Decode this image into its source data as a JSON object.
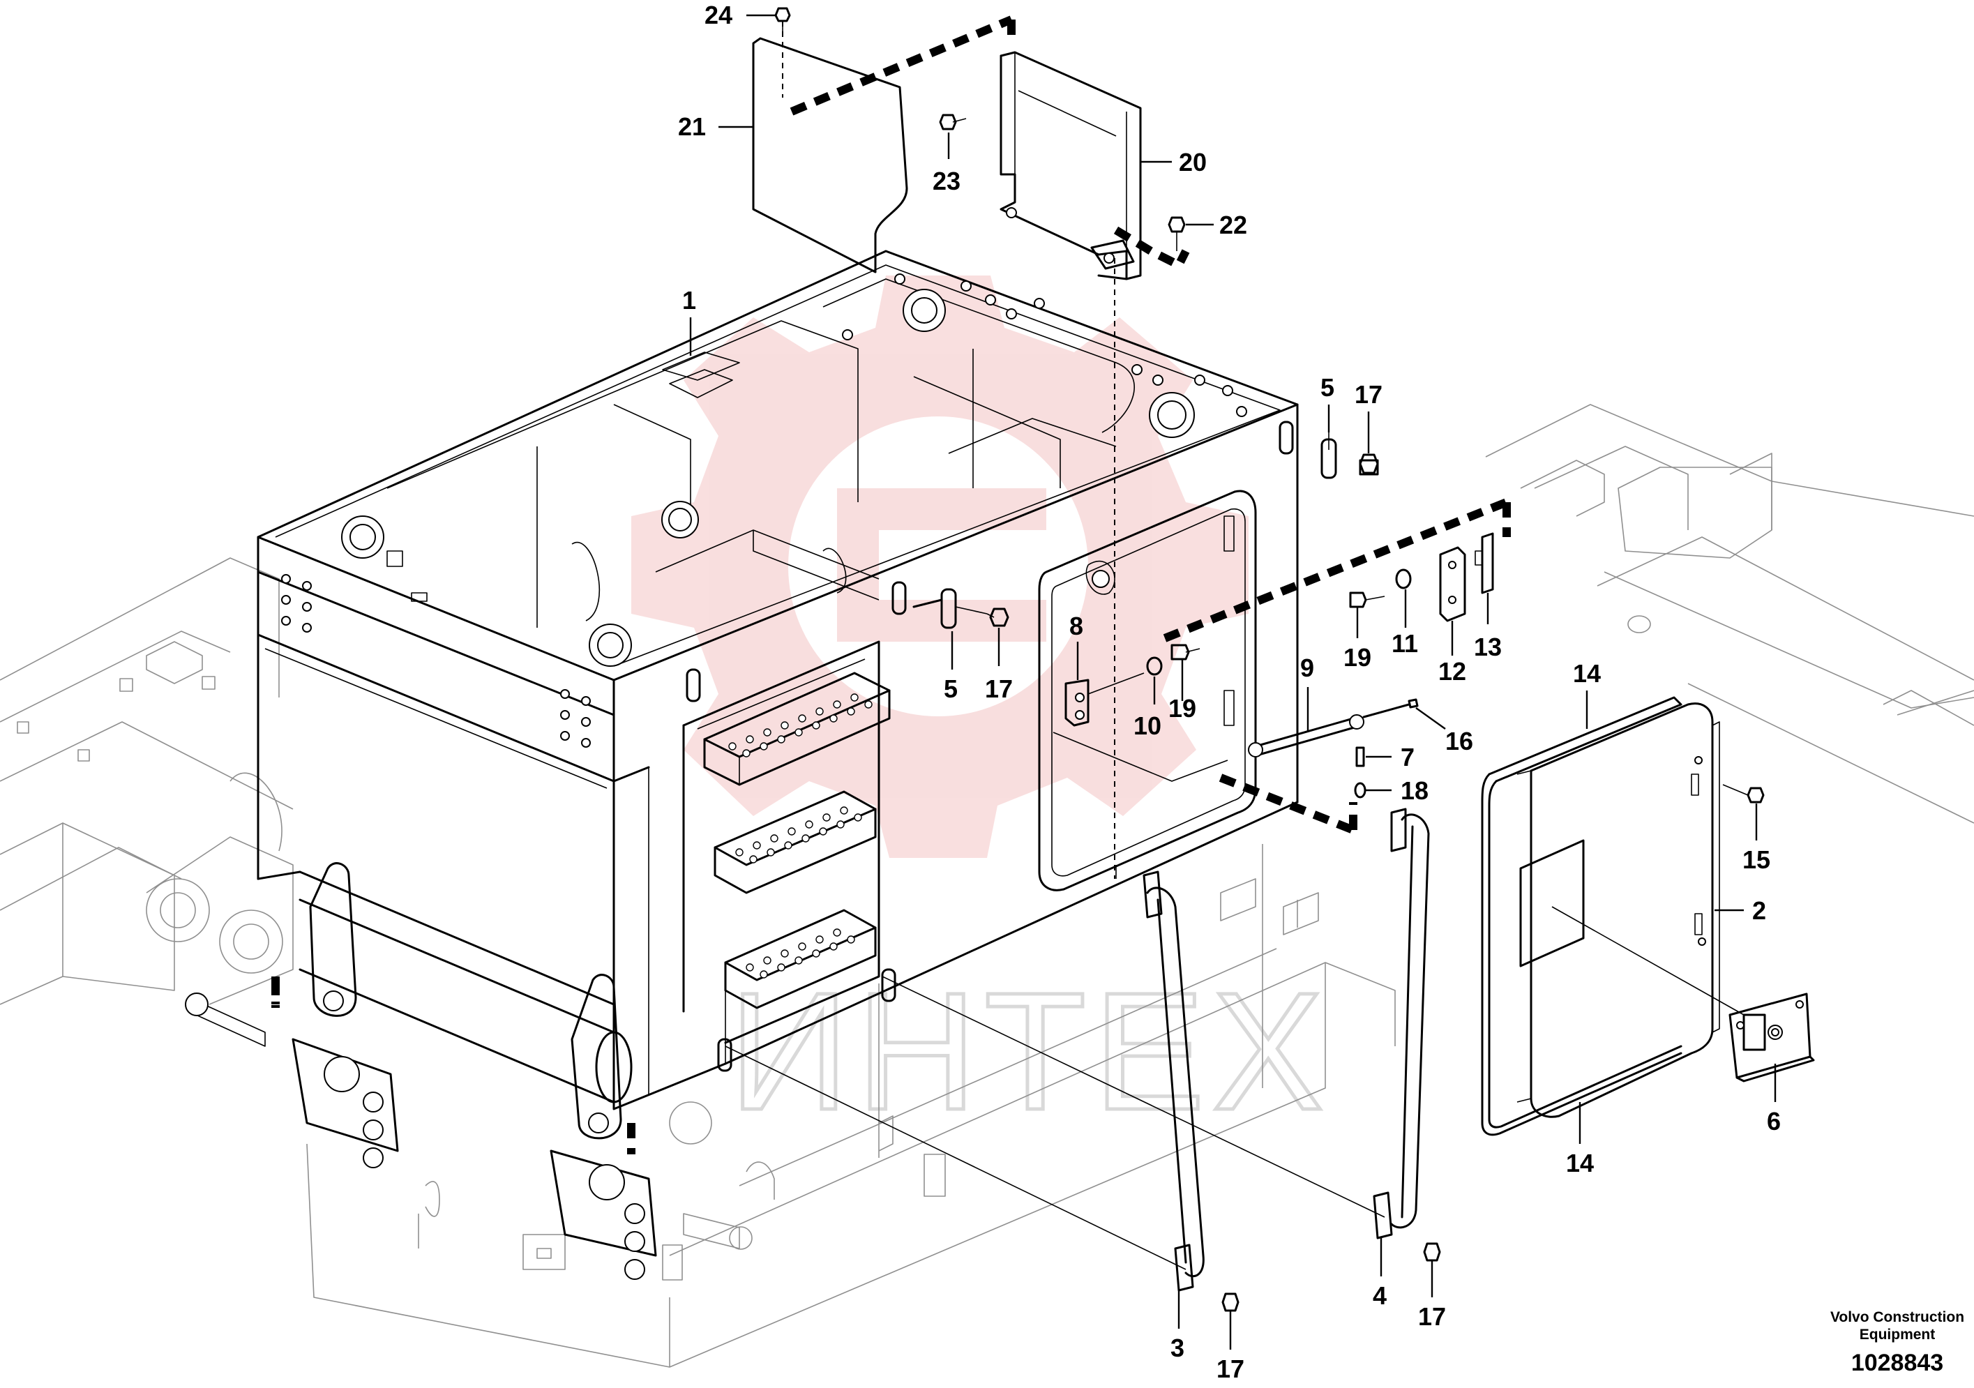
{
  "diagram": {
    "watermark_text": "ИНТЕХ",
    "brand_line1": "Volvo Construction",
    "brand_line2": "Equipment",
    "document_number": "1028843"
  },
  "callouts": [
    {
      "id": "c24",
      "label": "24"
    },
    {
      "id": "c21",
      "label": "21"
    },
    {
      "id": "c23",
      "label": "23"
    },
    {
      "id": "c20",
      "label": "20"
    },
    {
      "id": "c22",
      "label": "22"
    },
    {
      "id": "c1",
      "label": "1"
    },
    {
      "id": "c5a",
      "label": "5"
    },
    {
      "id": "c17a",
      "label": "17"
    },
    {
      "id": "c5b",
      "label": "5"
    },
    {
      "id": "c17b",
      "label": "17"
    },
    {
      "id": "c8",
      "label": "8"
    },
    {
      "id": "c10",
      "label": "10"
    },
    {
      "id": "c19a",
      "label": "19"
    },
    {
      "id": "c19b",
      "label": "19"
    },
    {
      "id": "c11",
      "label": "11"
    },
    {
      "id": "c12",
      "label": "12"
    },
    {
      "id": "c13",
      "label": "13"
    },
    {
      "id": "c9",
      "label": "9"
    },
    {
      "id": "c16",
      "label": "16"
    },
    {
      "id": "c7",
      "label": "7"
    },
    {
      "id": "c18",
      "label": "18"
    },
    {
      "id": "c14a",
      "label": "14"
    },
    {
      "id": "c15",
      "label": "15"
    },
    {
      "id": "c2",
      "label": "2"
    },
    {
      "id": "c6",
      "label": "6"
    },
    {
      "id": "c14b",
      "label": "14"
    },
    {
      "id": "c4",
      "label": "4"
    },
    {
      "id": "c17c",
      "label": "17"
    },
    {
      "id": "c3",
      "label": "3"
    },
    {
      "id": "c17d",
      "label": "17"
    }
  ],
  "colors": {
    "line": "#000000",
    "background_machine": "#8f8f8f",
    "watermark_red": "#f2b5b5",
    "watermark_grey": "#d9d9d9"
  }
}
